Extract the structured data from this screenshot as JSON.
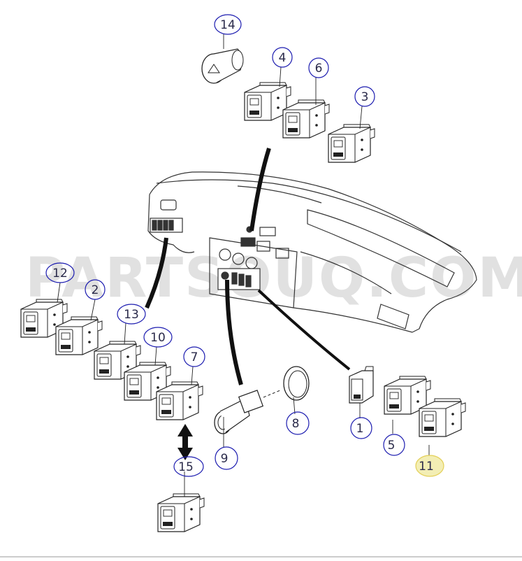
{
  "watermark": {
    "text": "PARTSOUQ.COM"
  },
  "colors": {
    "line": "#222222",
    "callout_ring": "#1c1cb0",
    "highlight_fill": "#f3eeb4",
    "highlight_ring": "#e3cf57",
    "watermark": "#c9c9c9"
  },
  "callouts": [
    {
      "number": "14",
      "highlighted": false
    },
    {
      "number": "4",
      "highlighted": false
    },
    {
      "number": "6",
      "highlighted": false
    },
    {
      "number": "3",
      "highlighted": false
    },
    {
      "number": "12",
      "highlighted": false
    },
    {
      "number": "2",
      "highlighted": false
    },
    {
      "number": "13",
      "highlighted": false
    },
    {
      "number": "10",
      "highlighted": false
    },
    {
      "number": "7",
      "highlighted": false
    },
    {
      "number": "15",
      "highlighted": false
    },
    {
      "number": "9",
      "highlighted": false
    },
    {
      "number": "8",
      "highlighted": false
    },
    {
      "number": "1",
      "highlighted": false
    },
    {
      "number": "5",
      "highlighted": false
    },
    {
      "number": "11",
      "highlighted": true
    }
  ]
}
